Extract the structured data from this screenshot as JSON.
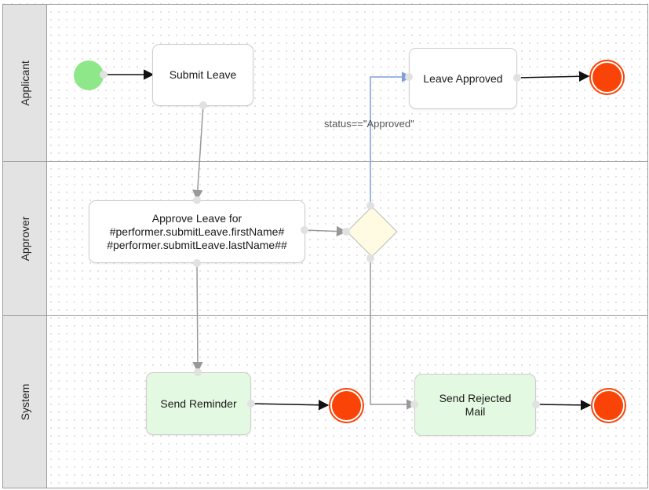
{
  "lanes": {
    "applicant": "Applicant",
    "approver": "Approver",
    "system": "System"
  },
  "tasks": {
    "submit_leave": "Submit Leave",
    "leave_approved": "Leave Approved",
    "approve_leave": "Approve Leave for\n#performer.submitLeave.firstName#\n#performer.submitLeave.lastName##",
    "send_reminder": "Send Reminder",
    "send_rejected_mail": "Send Rejected\nMail"
  },
  "edge_labels": {
    "approved_condition": "status==\"Approved\""
  },
  "colors": {
    "start_event": "#8ee88a",
    "end_event": "#fa4407",
    "gateway_fill": "#fffbe3",
    "system_task_fill": "#e4f9e1",
    "approved_flow": "#7f9fd9",
    "sequence_flow": "#999999",
    "event_flow": "#111111"
  }
}
